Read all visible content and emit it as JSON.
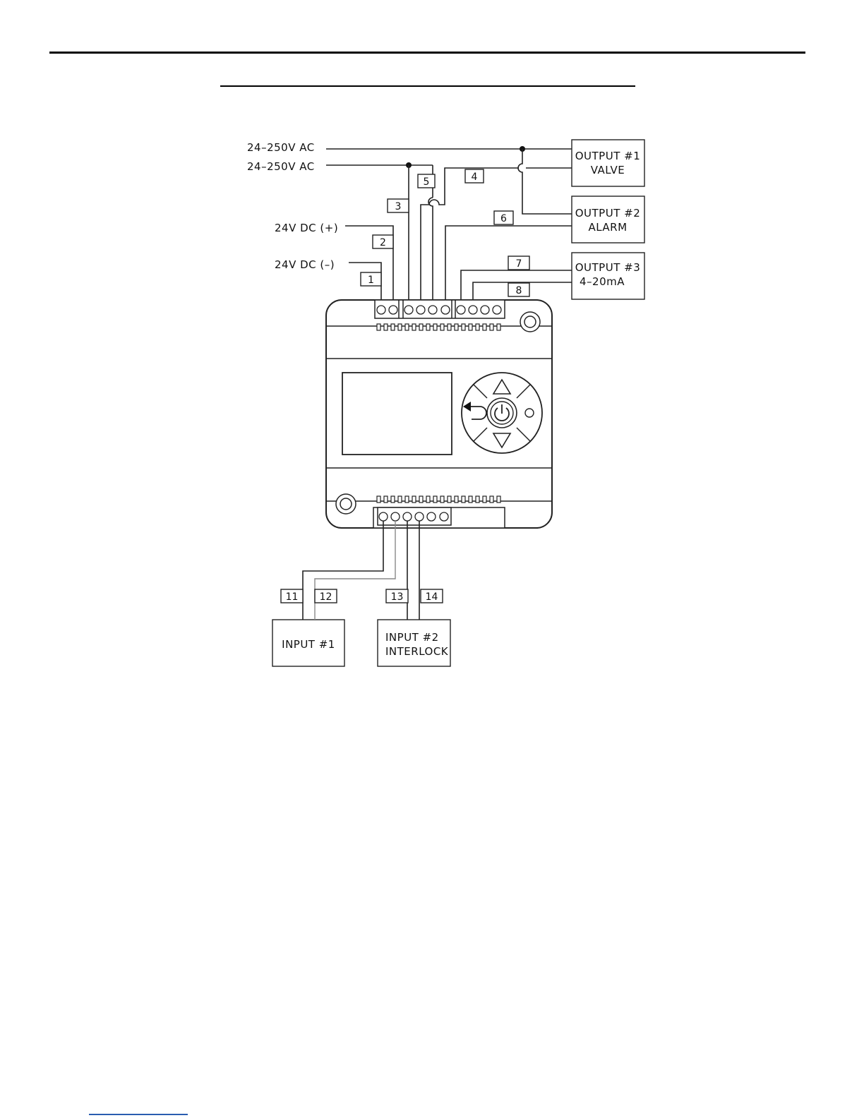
{
  "supplies": {
    "ac1": "24–250V AC",
    "ac2": "24–250V AC",
    "dc_plus": "24V DC (+)",
    "dc_minus": "24V DC (–)"
  },
  "outputs": [
    {
      "line1": "OUTPUT #1",
      "line2": "VALVE"
    },
    {
      "line1": "OUTPUT #2",
      "line2": "ALARM"
    },
    {
      "line1": "OUTPUT #3",
      "line2": "4–20mA"
    }
  ],
  "inputs": [
    {
      "line1": "INPUT #1",
      "line2": ""
    },
    {
      "line1": "INPUT #2",
      "line2": "INTERLOCK"
    }
  ],
  "wire_tags": [
    "1",
    "2",
    "3",
    "4",
    "5",
    "6",
    "7",
    "8",
    "11",
    "12",
    "13",
    "14"
  ],
  "colors": {
    "line": "#222222",
    "footer_link": "#2a5db0"
  }
}
